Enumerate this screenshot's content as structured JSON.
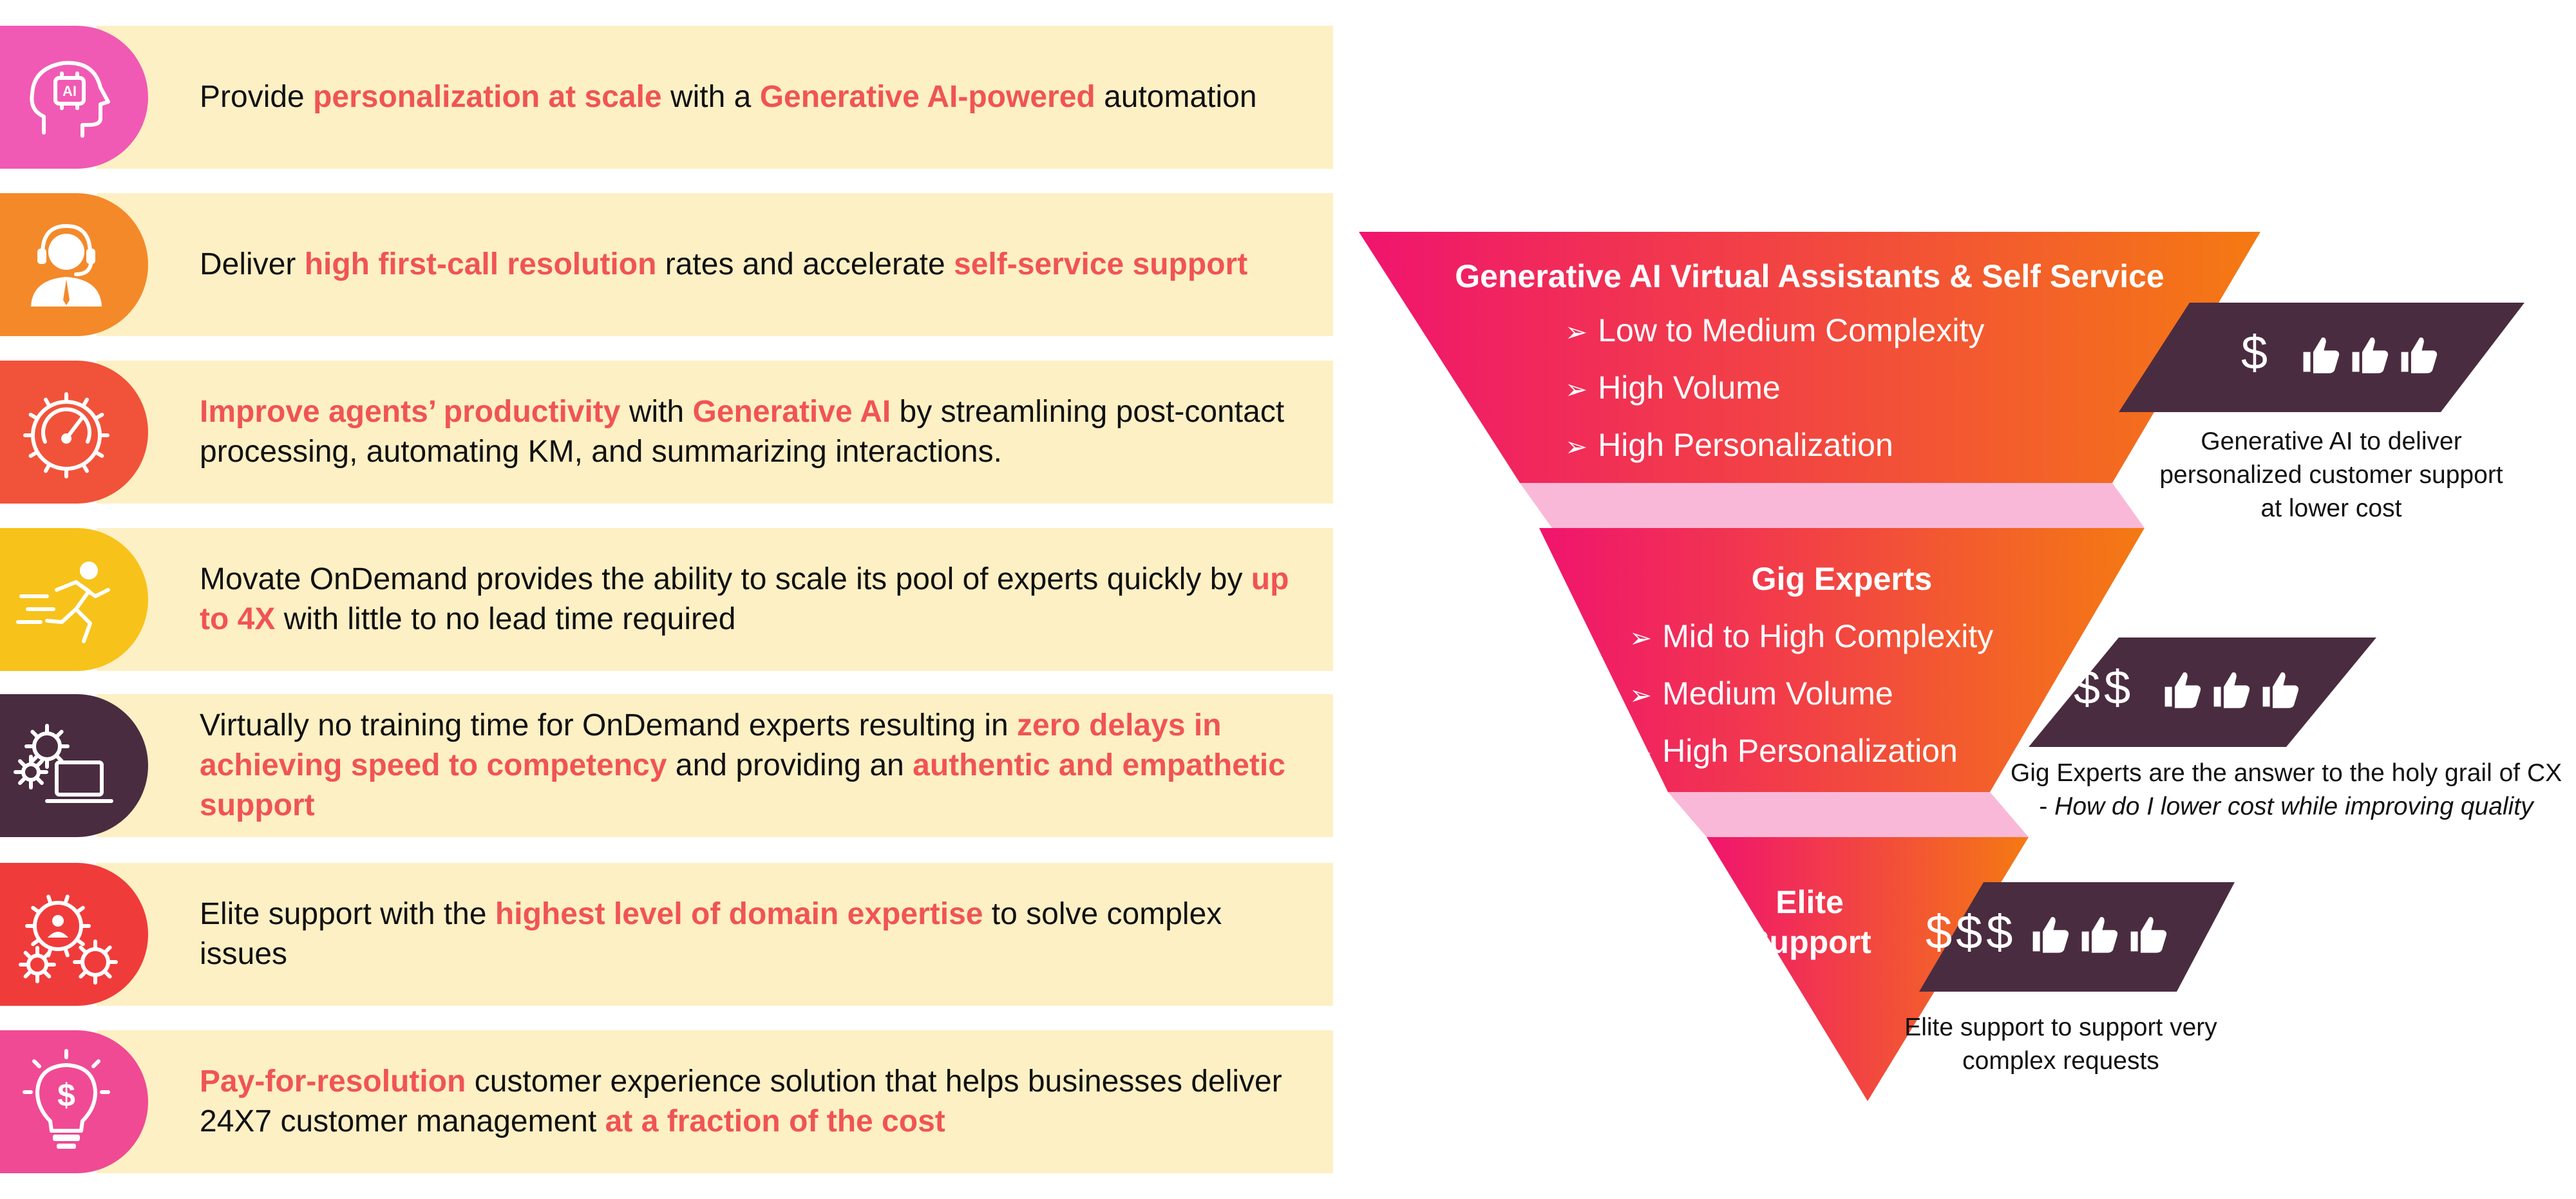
{
  "colors": {
    "row_bg": "#fdf0c4",
    "highlight": "#f05454",
    "tier_dark": "#4a2c40",
    "connector": "#f9b8d8",
    "funnel_from": "#f0146e",
    "funnel_to": "#f47a12"
  },
  "benefits": [
    {
      "icon": "ai-head-icon",
      "color": "#f05ab4",
      "segments": [
        {
          "text": "Provide ",
          "hl": false
        },
        {
          "text": "personalization at scale",
          "hl": true
        },
        {
          "text": " with a ",
          "hl": false
        },
        {
          "text": "Generative AI-powered",
          "hl": true
        },
        {
          "text": " automation",
          "hl": false
        }
      ]
    },
    {
      "icon": "headset-agent-icon",
      "color": "#f4892a",
      "segments": [
        {
          "text": "Deliver ",
          "hl": false
        },
        {
          "text": "high first-call resolution",
          "hl": true
        },
        {
          "text": " rates and accelerate ",
          "hl": false
        },
        {
          "text": "self-service support",
          "hl": true
        }
      ]
    },
    {
      "icon": "speed-gear-icon",
      "color": "#f1533a",
      "segments": [
        {
          "text": "Improve agents’ productivity",
          "hl": true
        },
        {
          "text": " with ",
          "hl": false
        },
        {
          "text": "Generative AI",
          "hl": true
        },
        {
          "text": " by streamlining post-contact processing, automating KM, and summarizing interactions.",
          "hl": false
        }
      ]
    },
    {
      "icon": "running-person-icon",
      "color": "#f7c21a",
      "segments": [
        {
          "text": "Movate OnDemand provides the ability to scale its pool of experts quickly by ",
          "hl": false
        },
        {
          "text": "up to 4X",
          "hl": true
        },
        {
          "text": " with little to no lead time required",
          "hl": false
        }
      ]
    },
    {
      "icon": "laptop-gears-icon",
      "color": "#4a2c40",
      "segments": [
        {
          "text": "Virtually no training time for OnDemand experts resulting in ",
          "hl": false
        },
        {
          "text": "zero delays in achieving speed to competency",
          "hl": true
        },
        {
          "text": " and providing an ",
          "hl": false
        },
        {
          "text": "authentic and empathetic support",
          "hl": true
        }
      ]
    },
    {
      "icon": "expert-gears-icon",
      "color": "#f03b3b",
      "segments": [
        {
          "text": "Elite support with the ",
          "hl": false
        },
        {
          "text": "highest level of domain expertise",
          "hl": true
        },
        {
          "text": " to solve complex issues",
          "hl": false
        }
      ]
    },
    {
      "icon": "dollar-bulb-icon",
      "color": "#f04a94",
      "segments": [
        {
          "text": "Pay-for-resolution",
          "hl": true
        },
        {
          "text": " customer experience solution that helps businesses deliver 24X7 customer management ",
          "hl": false
        },
        {
          "text": "at a fraction of the cost",
          "hl": true
        }
      ]
    }
  ],
  "tiers": [
    {
      "title": "Generative AI Virtual Assistants & Self Service",
      "bullets": [
        "Low to Medium Complexity",
        "High Volume",
        "High Personalization"
      ],
      "cost": "$",
      "thumbs": 3,
      "caption": [
        "Generative AI to deliver",
        "personalized customer support",
        "at lower cost"
      ]
    },
    {
      "title": "Gig Experts",
      "bullets": [
        "Mid to High Complexity",
        "Medium Volume",
        "High Personalization"
      ],
      "cost": "$$",
      "thumbs": 3,
      "caption_plain": "Gig Experts are the answer to the holy grail of CX - ",
      "caption_italic": "How do I lower cost while improving quality"
    },
    {
      "title_lines": [
        "Elite",
        "Support"
      ],
      "cost": "$$$",
      "thumbs": 3,
      "caption": [
        "Elite support to support very",
        "complex requests"
      ]
    }
  ],
  "bullet_glyph": "➢"
}
